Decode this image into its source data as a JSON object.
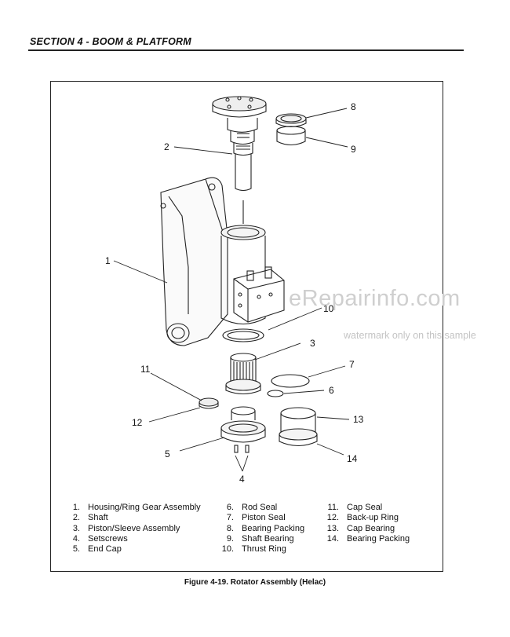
{
  "header": {
    "section_title": "SECTION 4 - BOOM & PLATFORM"
  },
  "callouts": [
    "1",
    "2",
    "3",
    "4",
    "5",
    "6",
    "7",
    "8",
    "9",
    "10",
    "11",
    "12",
    "13",
    "14"
  ],
  "legend": {
    "col1": [
      {
        "num": "1.",
        "label": "Housing/Ring Gear Assembly"
      },
      {
        "num": "2.",
        "label": "Shaft"
      },
      {
        "num": "3.",
        "label": "Piston/Sleeve Assembly"
      },
      {
        "num": "4.",
        "label": "Setscrews"
      },
      {
        "num": "5.",
        "label": "End Cap"
      }
    ],
    "col2": [
      {
        "num": "6.",
        "label": "Rod Seal"
      },
      {
        "num": "7.",
        "label": "Piston Seal"
      },
      {
        "num": "8.",
        "label": "Bearing Packing"
      },
      {
        "num": "9.",
        "label": "Shaft Bearing"
      },
      {
        "num": "10.",
        "label": "Thrust Ring"
      }
    ],
    "col3": [
      {
        "num": "11.",
        "label": "Cap Seal"
      },
      {
        "num": "12.",
        "label": "Back-up Ring"
      },
      {
        "num": "13.",
        "label": "Cap Bearing"
      },
      {
        "num": "14.",
        "label": "Bearing Packing"
      }
    ]
  },
  "caption": "Figure 4-19.  Rotator Assembly (Helac)",
  "watermark": {
    "main": "eRepairinfo.com",
    "sub": "watermark only on this sample"
  }
}
